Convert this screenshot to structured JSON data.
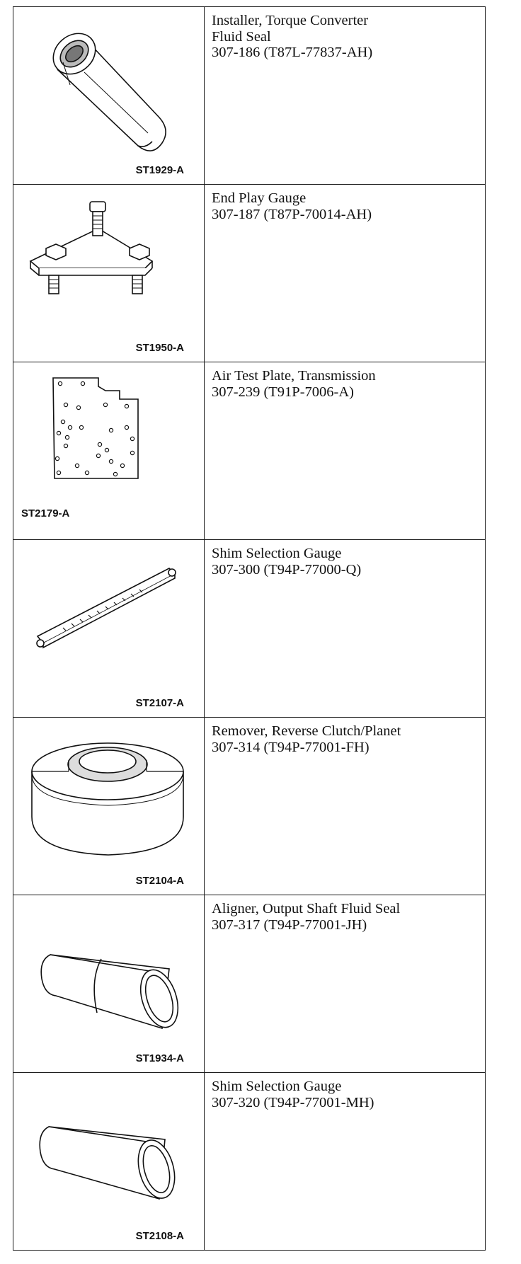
{
  "tools": [
    {
      "description": "Installer, Torque Converter\nFluid Seal\n307-186 (T87L-77837-AH)",
      "code": "ST1929-A",
      "icon": "seal-installer-icon"
    },
    {
      "description": "End Play Gauge\n307-187 (T87P-70014-AH)",
      "code": "ST1950-A",
      "icon": "end-play-gauge-icon"
    },
    {
      "description": "Air Test Plate, Transmission\n307-239 (T91P-7006-A)",
      "code": "ST2179-A",
      "icon": "air-test-plate-icon"
    },
    {
      "description": "Shim Selection Gauge\n307-300 (T94P-77000-Q)",
      "code": "ST2107-A",
      "icon": "shim-gauge-bar-icon"
    },
    {
      "description": "Remover, Reverse Clutch/Planet\n307-314 (T94P-77001-FH)",
      "code": "ST2104-A",
      "icon": "clutch-remover-icon"
    },
    {
      "description": "Aligner, Output Shaft Fluid Seal\n307-317 (T94P-77001-JH)",
      "code": "ST1934-A",
      "icon": "seal-aligner-icon"
    },
    {
      "description": "Shim Selection Gauge\n307-320 (T94P-77001-MH)",
      "code": "ST2108-A",
      "icon": "shim-gauge-tube-icon"
    }
  ]
}
